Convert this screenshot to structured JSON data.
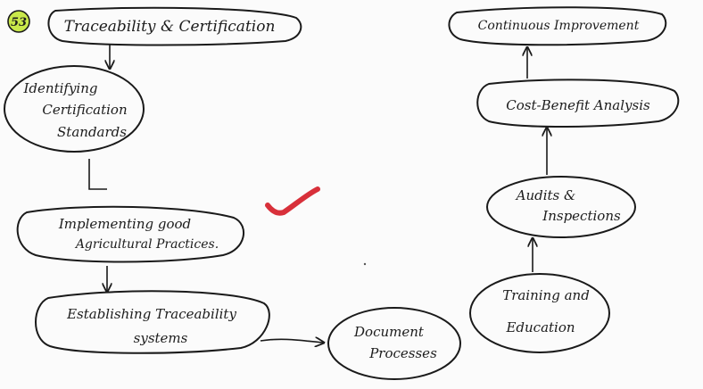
{
  "question_number": "53",
  "nodes": {
    "traceability": {
      "lines": [
        "Traceability & Certification"
      ]
    },
    "identifying": {
      "lines": [
        "Identifying",
        "Certification",
        "Standards"
      ]
    },
    "implementing": {
      "lines": [
        "Implementing good",
        "Agricultural Practices."
      ]
    },
    "establishing": {
      "lines": [
        "Establishing Traceability",
        "systems"
      ]
    },
    "document": {
      "lines": [
        "Document",
        "Processes"
      ]
    },
    "training": {
      "lines": [
        "Training and",
        "Education"
      ]
    },
    "audits": {
      "lines": [
        "Audits &",
        "Inspections"
      ]
    },
    "cost_benefit": {
      "lines": [
        "Cost-Benefit Analysis"
      ]
    },
    "continuous": {
      "lines": [
        "Continuous Improvement"
      ]
    }
  },
  "colors": {
    "ink": "#1a1a1a",
    "check_mark": "#d8303a",
    "badge": "#c9e84a",
    "paper": "#fbfbfb"
  }
}
